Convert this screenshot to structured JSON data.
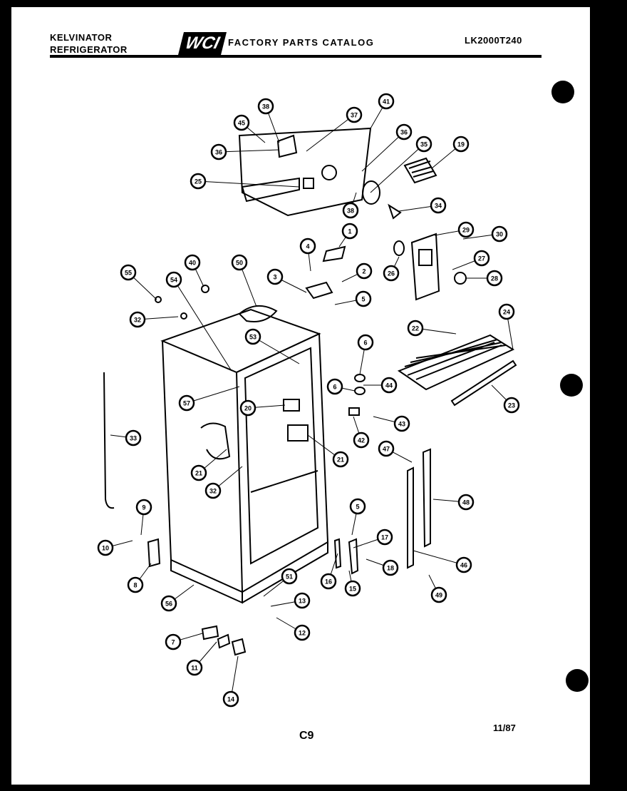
{
  "header": {
    "brand_line_1": "KELVINATOR",
    "brand_line_2": "REFRIGERATOR",
    "catalog_title": "FACTORY PARTS CATALOG",
    "model_number": "LK2000T240",
    "logo_text": "WCI"
  },
  "footer": {
    "page_code": "C9",
    "print_date": "11/87"
  },
  "callouts": [
    "38",
    "45",
    "37",
    "41",
    "36",
    "35",
    "36",
    "25",
    "19",
    "38",
    "34",
    "1",
    "4",
    "2",
    "3",
    "5",
    "29",
    "30",
    "27",
    "26",
    "28",
    "53",
    "54",
    "40",
    "50",
    "32",
    "55",
    "22",
    "24",
    "6",
    "44",
    "6",
    "57",
    "20",
    "42",
    "43",
    "21",
    "33",
    "23",
    "21",
    "32",
    "47",
    "48",
    "8",
    "5",
    "17",
    "10",
    "18",
    "46",
    "9",
    "56",
    "51",
    "13",
    "12",
    "16",
    "15",
    "49",
    "7",
    "11",
    "14"
  ]
}
